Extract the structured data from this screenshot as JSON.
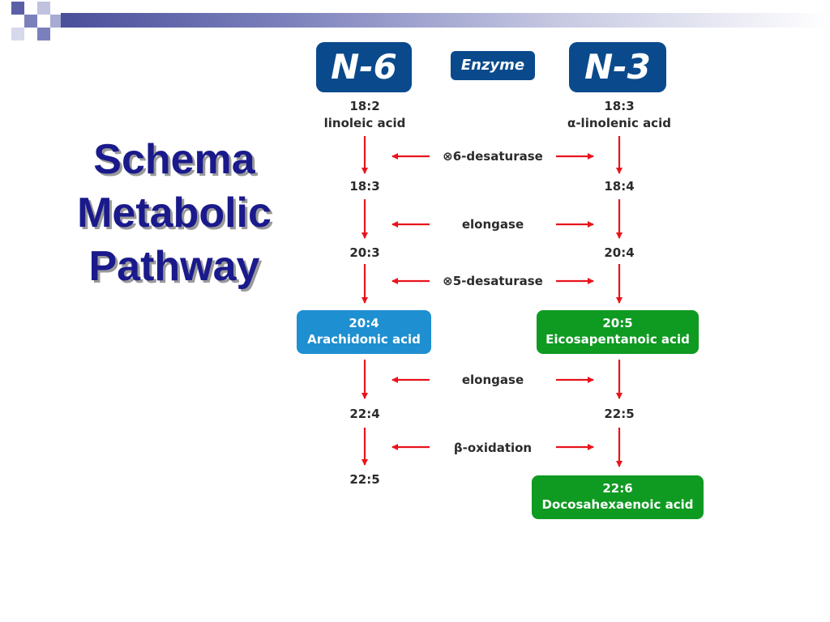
{
  "slide_title": [
    "Schema",
    "Metabolic",
    "Pathway"
  ],
  "headers": {
    "n6": "N-6",
    "enzyme": "Enzyme",
    "n3": "N-3"
  },
  "n6": {
    "start_ratio": "18:2",
    "start_name": "linoleic acid",
    "r2": "18:3",
    "r3": "20:3",
    "box1_ratio": "20:4",
    "box1_name": "Arachidonic acid",
    "r5": "22:4",
    "r6": "22:5"
  },
  "n3": {
    "start_ratio": "18:3",
    "start_name": "α-linolenic acid",
    "r2": "18:4",
    "r3": "20:4",
    "box1_ratio": "20:5",
    "box1_name": "Eicosapentanoic acid",
    "r5": "22:5",
    "box2_ratio": "22:6",
    "box2_name": "Docosahexaenoic acid"
  },
  "enzymes": [
    "⊗6-desaturase",
    "elongase",
    "⊗5-desaturase",
    "elongase",
    "β-oxidation"
  ],
  "colors": {
    "header_blue": "#0a4a8c",
    "box_blue": "#1e8fd0",
    "box_green": "#0f9a22",
    "arrow_red": "#e8141c",
    "title_navy": "#1a1a8c"
  }
}
